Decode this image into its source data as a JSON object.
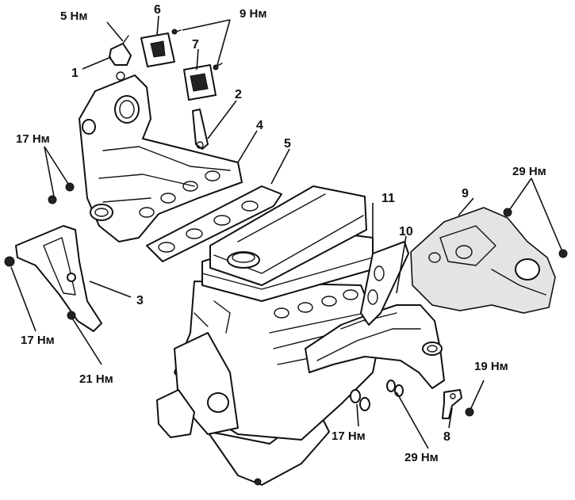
{
  "callouts": {
    "p1": "1",
    "p2": "2",
    "p3": "3",
    "p4": "4",
    "p5": "5",
    "p6": "6",
    "p7": "7",
    "p8": "8",
    "p9": "9",
    "p10": "10",
    "p11": "11"
  },
  "torques": {
    "t_5_sensor": "5 Нм",
    "t_9_bolts": "9 Нм",
    "t_17_left": "17 Нм",
    "t_17_bracket": "17 Нм",
    "t_21_bracket": "21 Нм",
    "t_29_shield": "29 Нм",
    "t_19_bracket8": "19 Нм",
    "t_17_exhaust": "17 Нм",
    "t_29_exhaust": "29 Нм"
  }
}
